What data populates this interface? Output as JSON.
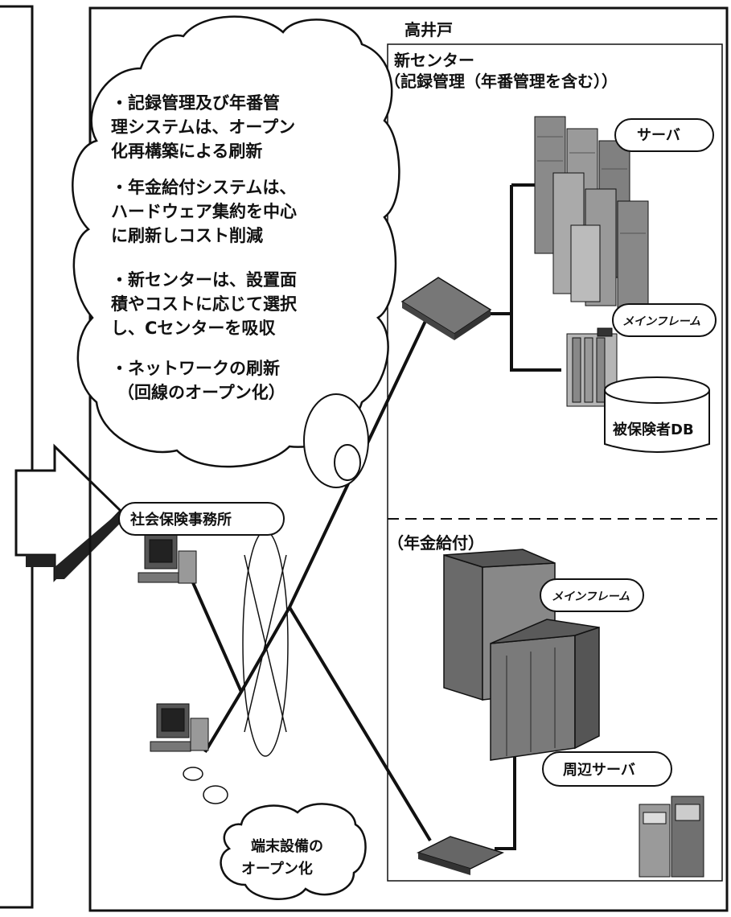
{
  "location": "高井戸",
  "new_center": {
    "title": "新センター",
    "subtitle": "（記録管理（年番管理を含む））",
    "labels": {
      "server": "サーバ",
      "mainframe": "メインフレーム",
      "db": "被保険者DB"
    }
  },
  "benefits": {
    "title": "（年金給付）",
    "labels": {
      "mainframe": "メインフレーム",
      "peripheral_server": "周辺サーバ"
    }
  },
  "office_label": "社会保険事務所",
  "bubble": {
    "bullets": [
      [
        "・記録管理及び年番管",
        "理システムは、オープン",
        "化再構築による刷新"
      ],
      [
        "・年金給付システムは、",
        "ハードウェア集約を中心",
        "に刷新しコスト削減"
      ],
      [
        "・新センターは、設置面",
        "積やコストに応じて選択",
        "し、Cセンターを吸収"
      ],
      [
        "・ネットワークの刷新",
        "（回線のオープン化）"
      ]
    ]
  },
  "small_cloud": [
    "端末設備の",
    "オープン化"
  ]
}
